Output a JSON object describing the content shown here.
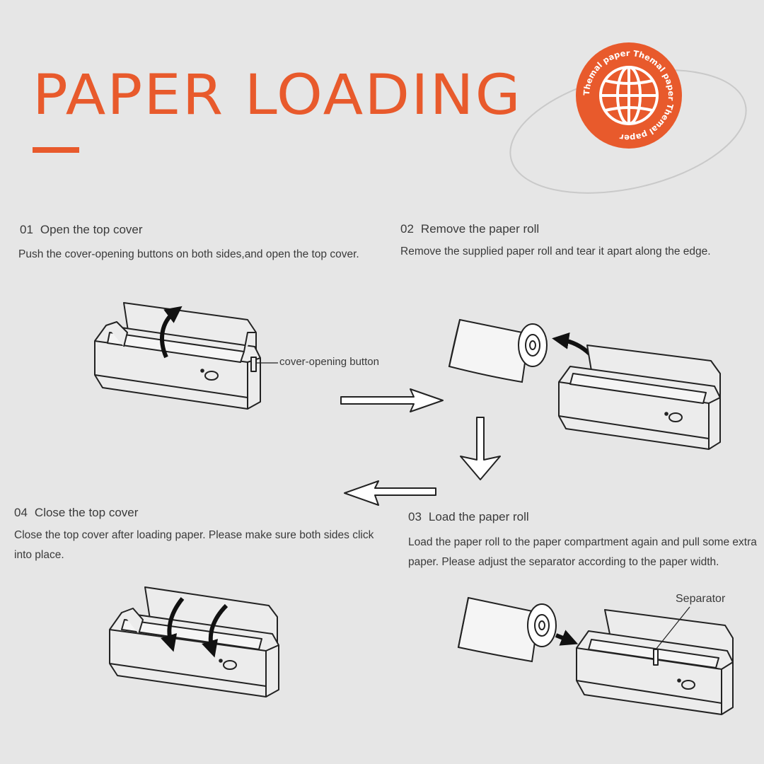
{
  "page": {
    "title": "PAPER LOADING",
    "accent_color": "#e85a2c",
    "background_color": "#e6e6e6"
  },
  "badge": {
    "ring_text": "Themal paper Themal paper Themal paper",
    "icon": "globe-icon"
  },
  "steps": [
    {
      "number": "01",
      "heading": "Open the top cover",
      "description": "Push the cover-opening buttons on both sides,and open the top cover."
    },
    {
      "number": "02",
      "heading": "Remove the paper roll",
      "description": "Remove the supplied paper roll and tear it apart along the edge."
    },
    {
      "number": "03",
      "heading": "Load the paper roll",
      "description": "Load the paper roll to the paper compartment again and pull some extra paper. Please adjust the separator according to the paper width."
    },
    {
      "number": "04",
      "heading": "Close the top cover",
      "description": "Close the top cover after loading paper. Please make sure both sides click into place."
    }
  ],
  "labels": {
    "cover_button": "cover-opening button",
    "separator": "Separator"
  }
}
